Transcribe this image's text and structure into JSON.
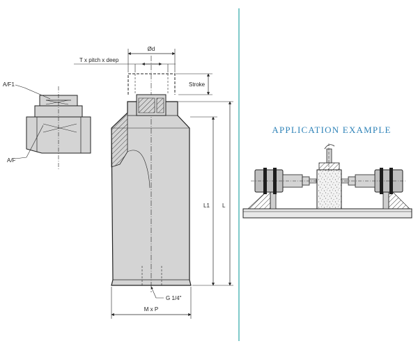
{
  "drawing": {
    "labels": {
      "diameter": "Ød",
      "thread": "T x pitch x deep",
      "stroke": "Stroke",
      "af1": "A/F1",
      "af": "A/F",
      "l1": "L1",
      "l": "L",
      "port": "G 1/4\"",
      "mxp": "M x P"
    }
  },
  "application": {
    "title": "APPLICATION EXAMPLE"
  },
  "colors": {
    "divider": "#2ba6a6",
    "title": "#2f83b8",
    "metal": "#d4d4d4",
    "line": "#222222"
  }
}
